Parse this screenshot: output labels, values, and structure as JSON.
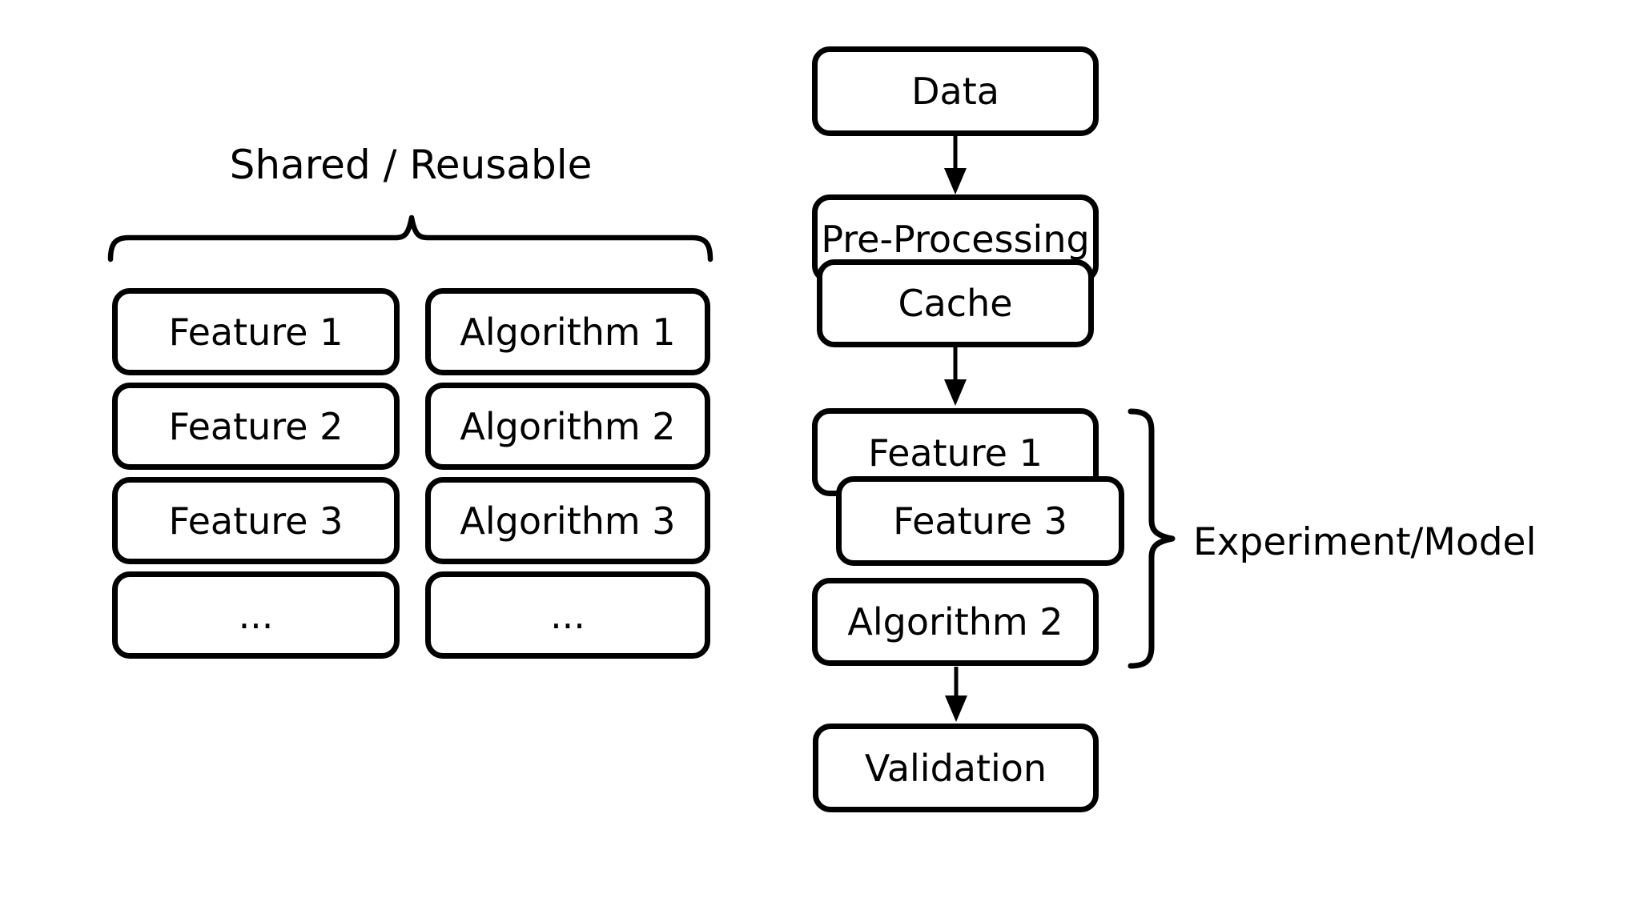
{
  "canvas": {
    "background_color": "#ffffff",
    "ink_color": "#000000"
  },
  "shared_group": {
    "title": "Shared / Reusable",
    "feature_column": [
      "Feature 1",
      "Feature 2",
      "Feature 3",
      "..."
    ],
    "algorithm_column": [
      "Algorithm 1",
      "Algorithm 2",
      "Algorithm 3",
      "..."
    ]
  },
  "pipeline": {
    "data_label": "Data",
    "preprocessing_label": "Pre-Processing",
    "cache_label": "Cache",
    "feature1_label": "Feature 1",
    "feature3_label": "Feature 3",
    "algorithm2_label": "Algorithm 2",
    "validation_label": "Validation",
    "brace_label": "Experiment/Model"
  }
}
